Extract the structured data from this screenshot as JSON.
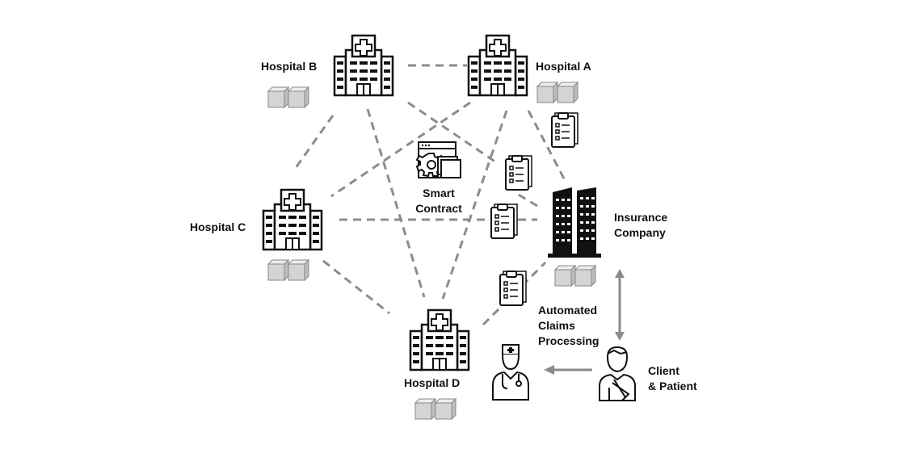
{
  "nodes": {
    "hospital_a": "Hospital A",
    "hospital_b": "Hospital B",
    "hospital_c": "Hospital C",
    "hospital_d": "Hospital D",
    "insurance": "Insurance\nCompany",
    "smart_contract": "Smart\nContract",
    "claims": "Automated\nClaims\nProcessing",
    "client": "Client\n& Patient"
  },
  "colors": {
    "dashed_link": "#8c8c8c",
    "block_fill": "#d4d4d4",
    "icon_stroke": "#111111",
    "arrow": "#8a8a8a"
  },
  "icons": [
    "hospital-icon",
    "skyscraper-icon",
    "blockchain-block-icon",
    "clipboard-document-icon",
    "smart-contract-gear-icon",
    "doctor-icon",
    "patient-icon"
  ]
}
